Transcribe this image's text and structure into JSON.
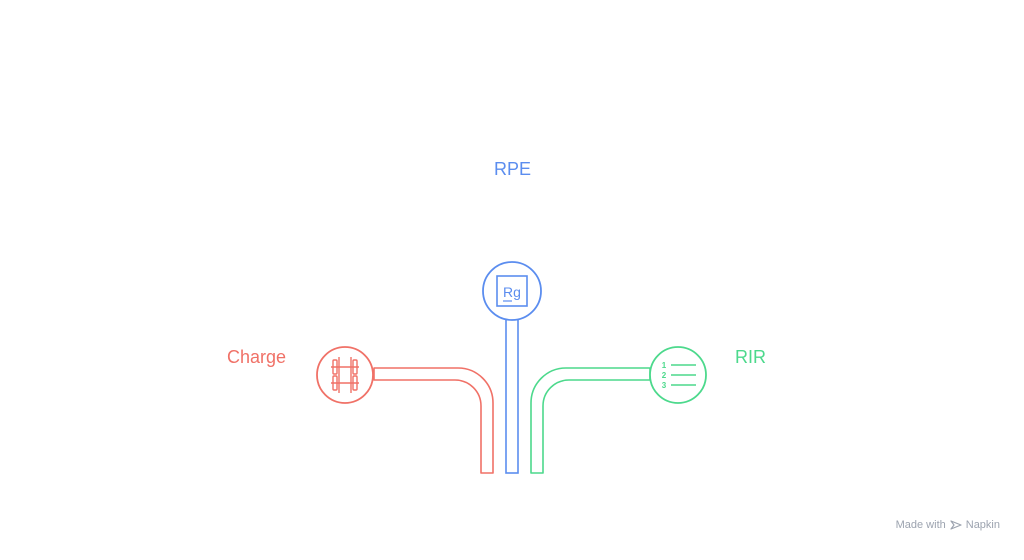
{
  "colors": {
    "rpe": "#5b8def",
    "charge": "#f07167",
    "rir": "#4cd98c",
    "watermark": "#9ca3af"
  },
  "nodes": {
    "rpe": {
      "label": "RPE",
      "icon": "rg-square-icon",
      "icon_text": "Rg"
    },
    "charge": {
      "label": "Charge",
      "icon": "barbell-plates-icon"
    },
    "rir": {
      "label": "RIR",
      "icon": "numbered-list-icon",
      "list_numbers": [
        "1",
        "2",
        "3"
      ]
    }
  },
  "watermark": {
    "text_prefix": "Made with",
    "brand": "Napkin",
    "icon": "napkin-logo-icon"
  }
}
